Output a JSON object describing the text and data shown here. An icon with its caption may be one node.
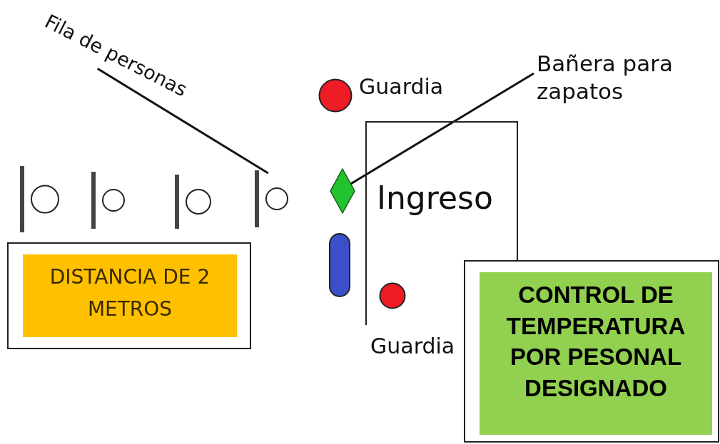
{
  "diagram": {
    "nodes": [
      {
        "text": [
          "Fila de personas"
        ]
      },
      {
        "text": [],
        "shape": "person"
      },
      {
        "text": [],
        "shape": "person"
      },
      {
        "text": [],
        "shape": "person"
      },
      {
        "text": [],
        "shape": "person"
      },
      {
        "text": [],
        "shape": "circle",
        "beside": [
          "Guardia"
        ]
      },
      {
        "text": [
          "Bañera para zapatos"
        ]
      },
      {
        "text": [],
        "shape": "diamond"
      },
      {
        "text": [
          "Ingreso"
        ]
      },
      {
        "text": [],
        "shape": "circle",
        "beside": [
          "Guardia"
        ],
        "in": 8
      },
      {
        "text": [],
        "shape": "bar"
      },
      {
        "text": [],
        "shape": "box"
      },
      {
        "text": [
          "DISTANCIA DE 2 METROS"
        ],
        "in": 11
      },
      {
        "text": [],
        "shape": "box"
      },
      {
        "text": [
          "CONTROL DE TEMPERATURA POR PESONAL DESIGNADO"
        ],
        "in": 13
      }
    ],
    "edges": [
      {
        "from": 0,
        "to": 4,
        "arrow": "none"
      },
      {
        "from": 6,
        "to": 7,
        "arrow": "none"
      }
    ]
  }
}
